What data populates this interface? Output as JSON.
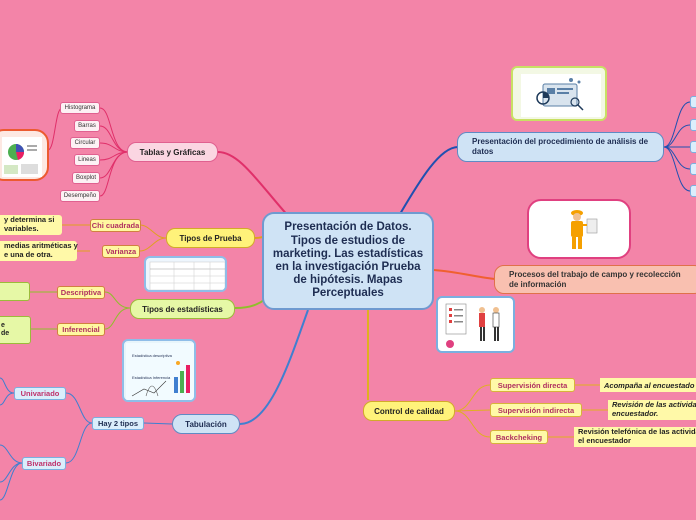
{
  "central": "Presentación de Datos. Tipos de estudios de marketing. Las estadísticas en la investigación Prueba de hipótesis. Mapas Perceptuales",
  "tablas": {
    "label": "Tablas y Gráficas",
    "items": [
      "Histograma",
      "Barras",
      "Circular",
      "Lineas",
      "Boxplot",
      "Desempeño"
    ]
  },
  "tipos_prueba": {
    "label": "Tipos de Prueba",
    "chi": {
      "label": "Chi cuadrada",
      "leaf": "y determina si\nvariables."
    },
    "varianza": {
      "label": "Varianza",
      "leaf": "medias aritméticas y\ne una de otra."
    }
  },
  "tipos_estad": {
    "label": "Tipos de estadísticas",
    "descriptiva": "Descriptiva",
    "inferencial": {
      "label": "Inferencial",
      "leaf": "e\nde"
    }
  },
  "tabulacion": {
    "label": "Tabulación",
    "hay": "Hay 2 tipos",
    "univariado": "Univariado",
    "bivariado": "Bivariado",
    "image_text": {
      "title": "Estadística descriptiva",
      "sub": "Estadística Inferencia"
    }
  },
  "presentacion": {
    "label": "Presentación del procedimiento de análisis de datos"
  },
  "procesos": {
    "label": "Procesos del trabajo de campo y recolección de información"
  },
  "control": {
    "label": "Control de calidad",
    "items": [
      {
        "label": "Supervisión directa",
        "leaf": "Acompaña al encuestado"
      },
      {
        "label": "Supervisión indirecta",
        "leaf": "Revisión de las activida\nencuestador."
      },
      {
        "label": "Backcheking",
        "leaf": "Revisión telefónica de las actividad\nel encuestador"
      }
    ]
  },
  "colors": {
    "background": "#f384a8",
    "central_fill": "#cfe3f5",
    "pink_line": "#e0306a",
    "green_line": "#8fbf2a",
    "blue_line": "#3f7fd0",
    "orange_line": "#f06030",
    "yellow_line": "#e0b020"
  }
}
